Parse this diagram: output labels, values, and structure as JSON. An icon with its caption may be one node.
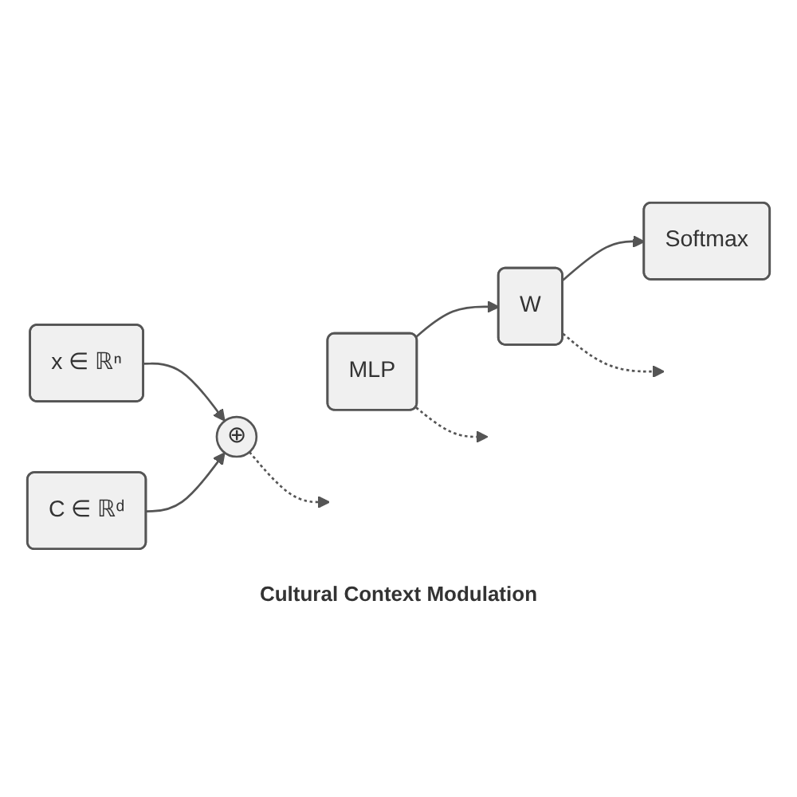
{
  "diagram": {
    "nodes": [
      {
        "text": [
          "x ∈ ℝⁿ"
        ]
      },
      {
        "text": [
          "C ∈ ℝᵈ"
        ]
      },
      {
        "text": [
          "⊕"
        ]
      },
      {
        "text": [
          "MLP"
        ]
      },
      {
        "text": [
          "W"
        ]
      },
      {
        "text": [
          "Softmax"
        ]
      }
    ],
    "edges": [
      {
        "from": 0,
        "to": 2,
        "arrow": "to"
      },
      {
        "from": 1,
        "to": 2,
        "arrow": "to"
      },
      {
        "from": 3,
        "to": 4,
        "arrow": "to"
      },
      {
        "from": 4,
        "to": 5,
        "arrow": "to"
      },
      {
        "from": 2,
        "to": null,
        "arrow": "to",
        "style": "dashed"
      },
      {
        "from": 3,
        "to": null,
        "arrow": "to",
        "style": "dashed"
      },
      {
        "from": 4,
        "to": null,
        "arrow": "to",
        "style": "dashed"
      }
    ],
    "labels": [
      "Cultural Context Modulation"
    ]
  }
}
